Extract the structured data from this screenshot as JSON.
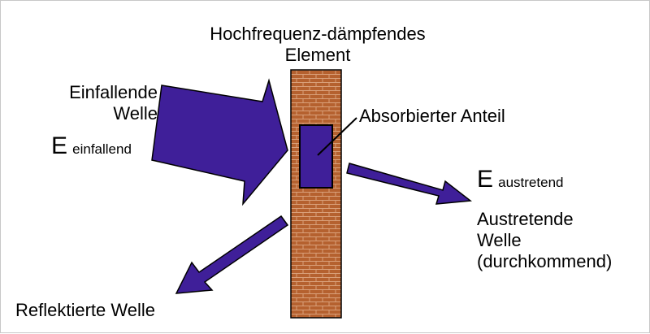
{
  "colors": {
    "arrow_fill": "#3f1f99",
    "arrow_stroke": "#000000",
    "wall_fill": "#b5612f",
    "wall_brick_line": "#d9a07a",
    "absorbed_fill": "#3f1f99"
  },
  "labels": {
    "element_title_line1": "Hochfrequenz-dämpfendes",
    "element_title_line2": "Element",
    "incident_line1": "Einfallende",
    "incident_line2": "Welle",
    "incident_symbol": "E",
    "incident_subscript": "einfallend",
    "absorbed": "Absorbierter Anteil",
    "exiting_symbol": "E",
    "exiting_subscript": "austretend",
    "exiting_line1": "Austretende",
    "exiting_line2": "Welle",
    "exiting_line3": "(durchkommend)",
    "reflected": "Reflektierte Welle"
  }
}
